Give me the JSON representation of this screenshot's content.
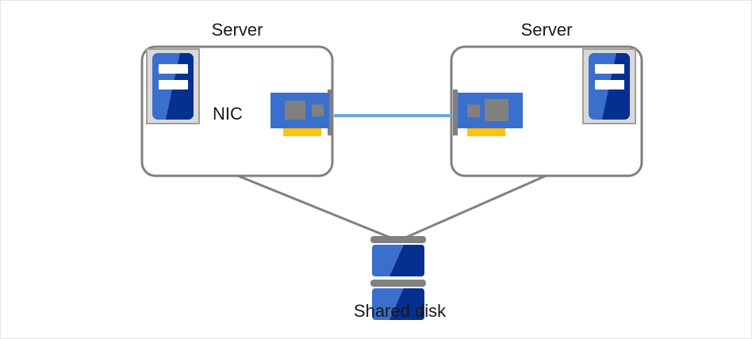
{
  "diagram": {
    "title_labels": {
      "server_left": "Server",
      "server_right": "Server",
      "nic": "NIC",
      "shared_disk": "Shared disk"
    },
    "nodes": [
      {
        "id": "server-left",
        "label": "Server",
        "type": "server-box",
        "icon": "server-tower-icon",
        "components": [
          "server-tower-icon",
          "nic-card"
        ]
      },
      {
        "id": "server-right",
        "label": "Server",
        "type": "server-box",
        "icon": "server-tower-icon",
        "components": [
          "server-tower-icon",
          "nic-card"
        ]
      },
      {
        "id": "shared-disk",
        "label": "Shared disk",
        "type": "disk-stack",
        "icon": "disk-stack-icon",
        "units": 2
      }
    ],
    "connections": [
      {
        "id": "nic-link",
        "from": "server-left-nic",
        "to": "server-right-nic",
        "style": "straight",
        "color": "#6fa8dc"
      },
      {
        "id": "left-disk-link",
        "from": "server-left",
        "to": "shared-disk",
        "style": "straight",
        "color": "#808080"
      },
      {
        "id": "right-disk-link",
        "from": "server-right",
        "to": "shared-disk",
        "style": "straight",
        "color": "#808080"
      }
    ],
    "colors": {
      "box_border": "#808080",
      "canvas_border": "#e3e3e3",
      "nic_body": "#3a6fce",
      "nic_chip": "#808080",
      "nic_tab": "#ffc20e",
      "nic_bracket": "#808080",
      "tower_frame": "#d9d9d9",
      "tower_frame_border": "#9e9e9e",
      "tower_blue": "#3a6fce",
      "tower_navy": "#06308f",
      "tower_bar": "#ffffff",
      "disk_blue": "#3a6fce",
      "disk_navy": "#06308f",
      "disk_bar": "#808080",
      "link_blue": "#6fa8dc",
      "text": "#1a1a1a"
    }
  }
}
